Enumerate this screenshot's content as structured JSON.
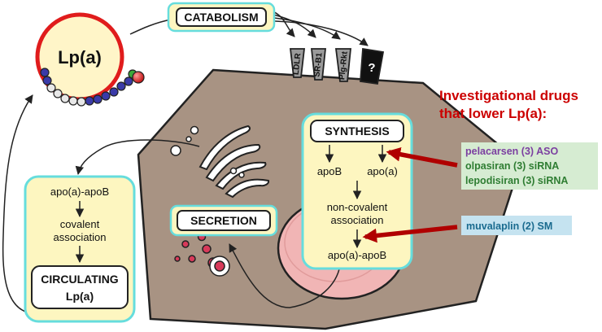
{
  "lipoprotein": {
    "label": "Lp(a)"
  },
  "catabolism": {
    "label": "CATABOLISM"
  },
  "receptors": [
    {
      "label": "LDLR"
    },
    {
      "label": "SR-B1"
    },
    {
      "label": "Plg-Rkt"
    },
    {
      "label": "?"
    }
  ],
  "synthesis": {
    "title": "SYNTHESIS",
    "apob": "apoB",
    "apoa": "apo(a)",
    "association_line1": "non-covalent",
    "association_line2": "association",
    "product": "apo(a)-apoB"
  },
  "secretion": {
    "label": "SECRETION"
  },
  "circulating": {
    "complex": "apo(a)-apoB",
    "association_line1": "covalent",
    "association_line2": "association",
    "title_line1": "CIRCULATING",
    "title_line2": "Lp(a)"
  },
  "drugs": {
    "heading_line1": "Investigational drugs",
    "heading_line2": "that lower Lp(a):",
    "group_synthesis": [
      {
        "label": "pelacarsen (3) ASO",
        "color": "#7b3fa0"
      },
      {
        "label": "olpasiran (3) siRNA",
        "color": "#2e7d32"
      },
      {
        "label": "lepodisiran (3) siRNA",
        "color": "#2e7d32"
      }
    ],
    "group_assembly": [
      {
        "label": "muvalaplin (2) SM",
        "color": "#1a6b8f"
      }
    ]
  },
  "colors": {
    "cell": "#a89383",
    "nucleus": "#f4b8b8",
    "panel_fill": "#fdf6c0",
    "panel_border": "#66dddd",
    "drug_heading": "#cc0000",
    "arrow_red": "#b00000",
    "green_box": "#d6ecd2",
    "blue_box": "#c5e3f0"
  }
}
